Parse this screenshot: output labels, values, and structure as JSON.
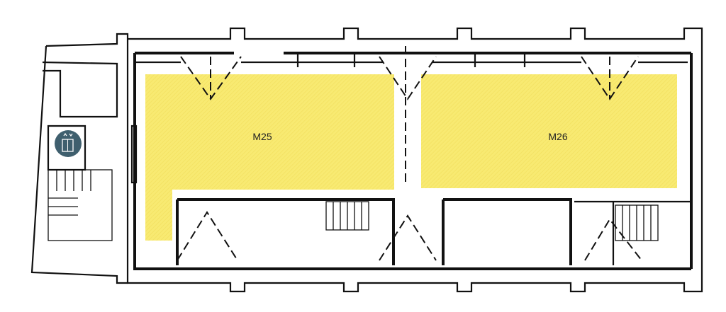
{
  "plan": {
    "rooms": [
      {
        "id": "M25",
        "label": "M25",
        "highlighted": true
      },
      {
        "id": "M26",
        "label": "M26",
        "highlighted": true
      }
    ],
    "highlight_color": "#f8ea72",
    "icons": [
      {
        "name": "elevator-icon",
        "color": "#3f5f6e"
      }
    ]
  }
}
